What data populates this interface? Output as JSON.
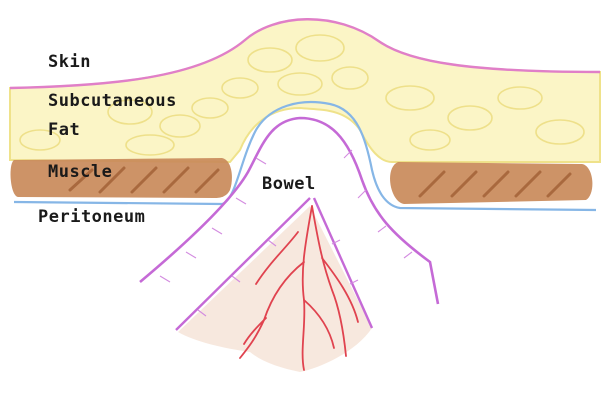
{
  "labels": {
    "skin": "Skin",
    "subcutaneous": "Subcutaneous",
    "fat": "Fat",
    "muscle": "Muscle",
    "bowel": "Bowel",
    "peritoneum": "Peritoneum"
  },
  "colors": {
    "skin": "#e07fc8",
    "fat_fill": "#fbf5c6",
    "fat_stroke": "#efe28a",
    "muscle": "#c98a5a",
    "muscle_stripe": "#a9693e",
    "peritoneum": "#86b6e6",
    "bowel_outline": "#c56ad6",
    "mesentery_fill": "#f6e4d8",
    "vessels": "#e0434f"
  }
}
